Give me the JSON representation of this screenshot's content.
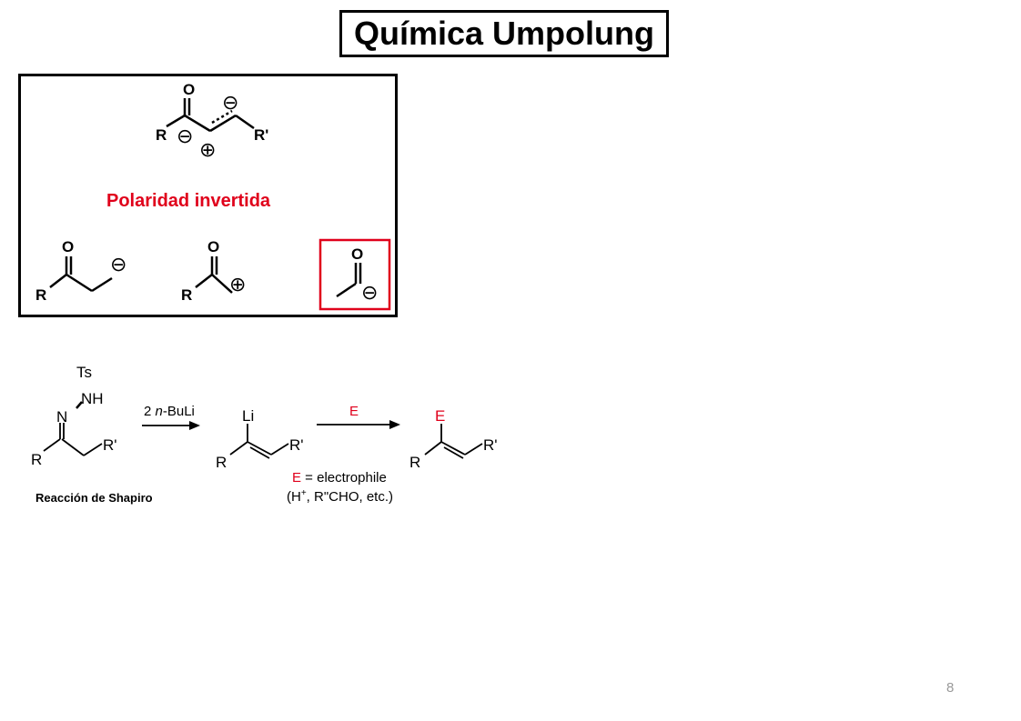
{
  "slide": {
    "title": "Química Umpolung",
    "page_number": "8"
  },
  "polarity_box": {
    "caption": "Polaridad invertida",
    "top_structure": {
      "O": "O",
      "R": "R",
      "Rp": "R'",
      "minus": "⊖",
      "plus": "⊕"
    },
    "struct1": {
      "O": "O",
      "R": "R",
      "minus": "⊖"
    },
    "struct2": {
      "O": "O",
      "R": "R",
      "plus": "⊕"
    },
    "struct3": {
      "O": "O",
      "minus": "⊖"
    }
  },
  "shapiro": {
    "caption": "Reacción de Shapiro",
    "start": {
      "Ts": "Ts",
      "NH": "NH",
      "N": "N",
      "R": "R",
      "Rp": "R'"
    },
    "reagent_prefix": "2 ",
    "reagent_italic": "n",
    "reagent_suffix": "-BuLi",
    "intermediate": {
      "Li": "Li",
      "R": "R",
      "Rp": "R'"
    },
    "electrophile_label": "E",
    "product": {
      "E": "E",
      "R": "R",
      "Rp": "R'"
    },
    "note_E": "E",
    "note_rest": " = electrophile",
    "note2_a": "(H",
    "note2_sup": "+",
    "note2_b": ", R\"CHO, etc.)"
  },
  "colors": {
    "accent_red": "#e0001b",
    "text": "#000000",
    "page_number": "#999999"
  }
}
